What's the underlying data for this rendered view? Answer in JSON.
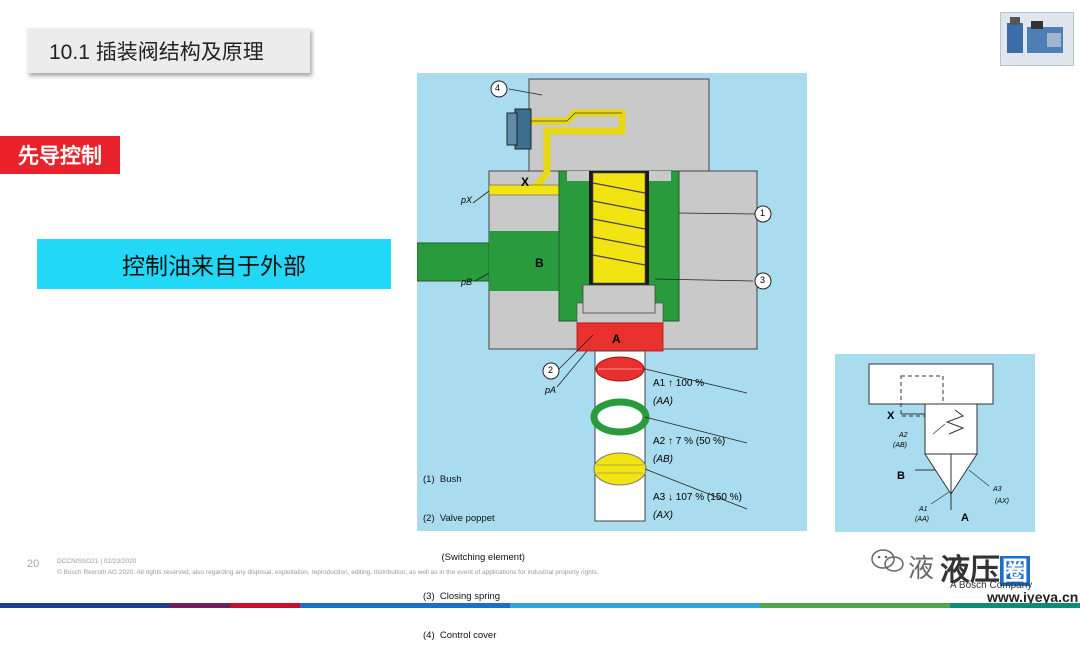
{
  "slide": {
    "title": "10.1 插装阀结构及原理",
    "tag": "先导控制",
    "highlight": "控制油来自于外部",
    "page_number": "20",
    "footer_line1": "DCCN/SSO21 | 02/23/2020",
    "footer_line2": "© Bosch Rexroth AG 2020. All rights reserved, also regarding any disposal, exploitation, reproduction, editing, distribution, as well as in the event of applications for industrial property rights."
  },
  "watermark": {
    "brand": "液压",
    "brand_box": "圈",
    "prefix": "液",
    "bosch": "A Bosch Company",
    "url": "www.iyeya.cn"
  },
  "diagram": {
    "callouts": [
      "4",
      "1",
      "3",
      "2"
    ],
    "port_labels": {
      "x": "X",
      "b": "B",
      "a": "A"
    },
    "pressure_labels": {
      "px": "pX",
      "pb": "pB",
      "pa": "pA"
    },
    "areas": [
      {
        "label": "A1 ↑ 100 %",
        "sub": "(AA)"
      },
      {
        "label": "A2 ↑ 7 % (50 %)",
        "sub": "(AB)"
      },
      {
        "label": "A3 ↓ 107 % (150 %)",
        "sub": "(AX)"
      }
    ],
    "legend": [
      "(1)  Bush",
      "(2)  Valve poppet",
      "       (Switching element)",
      "(3)  Closing spring",
      "(4)  Control cover"
    ]
  },
  "symbol": {
    "labels": {
      "x": "X",
      "b": "B",
      "a": "A",
      "a2": "A2",
      "a2sub": "(AB)",
      "a1": "A1",
      "a1sub": "(AA)",
      "a3": "A3",
      "a3sub": "(AX)"
    }
  },
  "colors": {
    "tag_red": "#e8212a",
    "highlight_cyan": "#21d8f6",
    "diagram_bg": "#a9dcef",
    "body_gray": "#c9c9c9",
    "oil_green": "#2a9b3d",
    "spring_yellow": "#f2e312",
    "port_red": "#e8312e"
  },
  "icons": [
    "wechat-icon",
    "product-logo"
  ]
}
